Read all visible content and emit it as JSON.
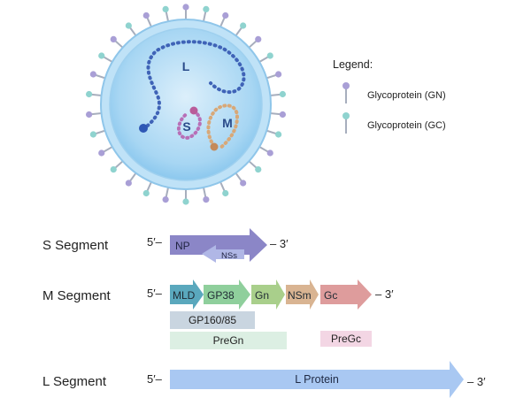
{
  "virion": {
    "segments": {
      "large": "L",
      "small": "S",
      "medium": "M"
    }
  },
  "legend": {
    "title": "Legend:",
    "items": [
      {
        "label": "Glycoprotein (GN)",
        "color": "#a99fd6"
      },
      {
        "label": "Glycoprotein (GC)",
        "color": "#8fd3cf"
      }
    ]
  },
  "genome": {
    "five_prime": "5′–",
    "three_prime": "– 3′",
    "s": {
      "label": "S Segment",
      "np": "NP",
      "nss": "NSs",
      "colors": {
        "np": "#8b86c7",
        "nss": "#b0b7e6"
      }
    },
    "m": {
      "label": "M Segment",
      "genes": [
        {
          "name": "MLD",
          "color": "#5aa8bd"
        },
        {
          "name": "GP38",
          "color": "#8fcf9c"
        },
        {
          "name": "Gn",
          "color": "#a9cf8b"
        },
        {
          "name": "NSm",
          "color": "#d9b492"
        },
        {
          "name": "Gc",
          "color": "#de9c9c"
        }
      ],
      "gp160": "GP160/85",
      "pregn": "PreGn",
      "pregc": "PreGc",
      "colors": {
        "gp160": "#c9d5e0",
        "pregn": "#dcefe3",
        "pregc": "#f3d6e4"
      }
    },
    "l": {
      "label": "L Segment",
      "protein": "L Protein",
      "color": "#a9c8f2"
    }
  }
}
